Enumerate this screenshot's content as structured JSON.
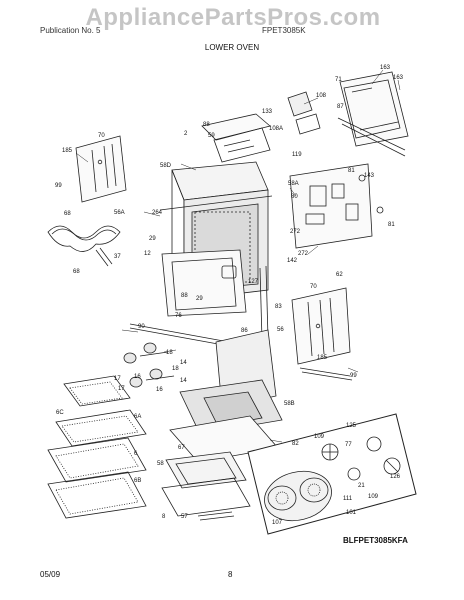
{
  "header": {
    "watermark": "AppliancePartsPros.com",
    "left": "Publication No. 5",
    "right": "FPET3085K",
    "title": "LOWER OVEN"
  },
  "diagram_code": "BLFPET3085KFA",
  "footer": {
    "date": "05/09",
    "page": "8"
  },
  "callouts": {
    "c163a": "163",
    "c163b": "163",
    "c71": "71",
    "c108": "108",
    "c87": "87",
    "c133": "133",
    "c88": "88",
    "c59": "59",
    "c108A": "108A",
    "c2": "2",
    "c70a": "70",
    "c185a": "185",
    "c119": "119",
    "c58D": "58D",
    "c58A": "58A",
    "c81a": "81",
    "c143": "143",
    "c99a": "99",
    "c80": "80",
    "c56A": "56A",
    "c264": "264",
    "c68": "68",
    "c272a": "272",
    "c29a": "29",
    "c12": "12",
    "c272b": "272",
    "c142": "142",
    "c81b": "81",
    "c37": "37",
    "c68b": "68",
    "c62": "62",
    "c127": "127",
    "c83": "83",
    "c70b": "70",
    "c88b": "88",
    "c29b": "29",
    "c76": "76",
    "c86": "86",
    "c90": "90",
    "c56": "56",
    "c18a": "18",
    "c14a": "14",
    "c185b": "185",
    "c17a": "17",
    "c16a": "16",
    "c18b": "18",
    "c14b": "14",
    "c99b": "99",
    "c17b": "17",
    "c16b": "16",
    "c6C": "6C",
    "c6A": "6A",
    "c58B": "58B",
    "c82": "82",
    "c6": "6",
    "c6B": "6B",
    "c67": "67",
    "c58": "58",
    "c57": "57",
    "c8": "8",
    "c125a": "125",
    "c109a": "109",
    "c77": "77",
    "c21": "21",
    "c111": "111",
    "c107": "107",
    "c101": "101",
    "c109b": "109",
    "c126": "126"
  }
}
